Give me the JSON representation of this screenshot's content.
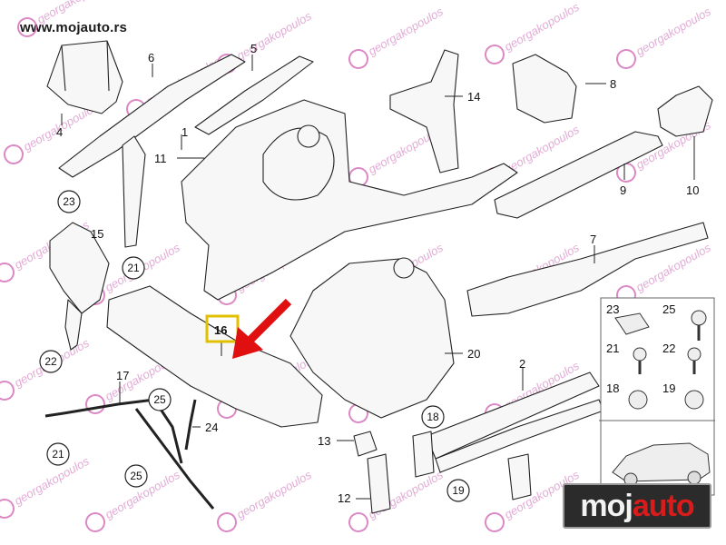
{
  "site_url": "www.mojauto.rs",
  "watermark_text": "georgakopoulos",
  "logo": {
    "main": "moj",
    "accent": "auto"
  },
  "ref_code": "00287892",
  "highlighted_part": "16",
  "highlight_color": "#e0c000",
  "arrow_color": "#e01010",
  "callouts": {
    "p1": "1",
    "p2": "2",
    "p4": "4",
    "p5": "5",
    "p6": "6",
    "p7": "7",
    "p8": "8",
    "p9": "9",
    "p10": "10",
    "p11": "11",
    "p12": "12",
    "p13": "13",
    "p14": "14",
    "p15": "15",
    "p16": "16",
    "p17": "17",
    "p20": "20",
    "p24": "24",
    "c18a": "18",
    "c18b": "18",
    "c19a": "19",
    "c19b": "19",
    "c21a": "21",
    "c21b": "21",
    "c21c": "21",
    "c22a": "22",
    "c22b": "22",
    "c23a": "23",
    "c23b": "23",
    "c25a": "25",
    "c25b": "25",
    "c25c": "25"
  }
}
